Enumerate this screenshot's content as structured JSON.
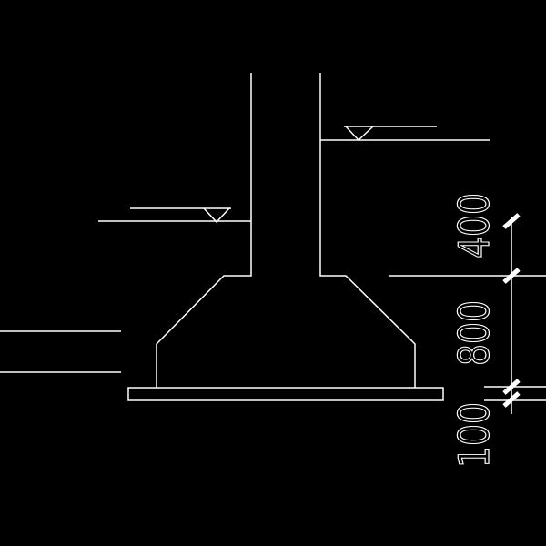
{
  "drawing": {
    "background": "#000000",
    "line_color": "#ffffff",
    "dimensions": [
      "400",
      "800",
      "100"
    ]
  }
}
